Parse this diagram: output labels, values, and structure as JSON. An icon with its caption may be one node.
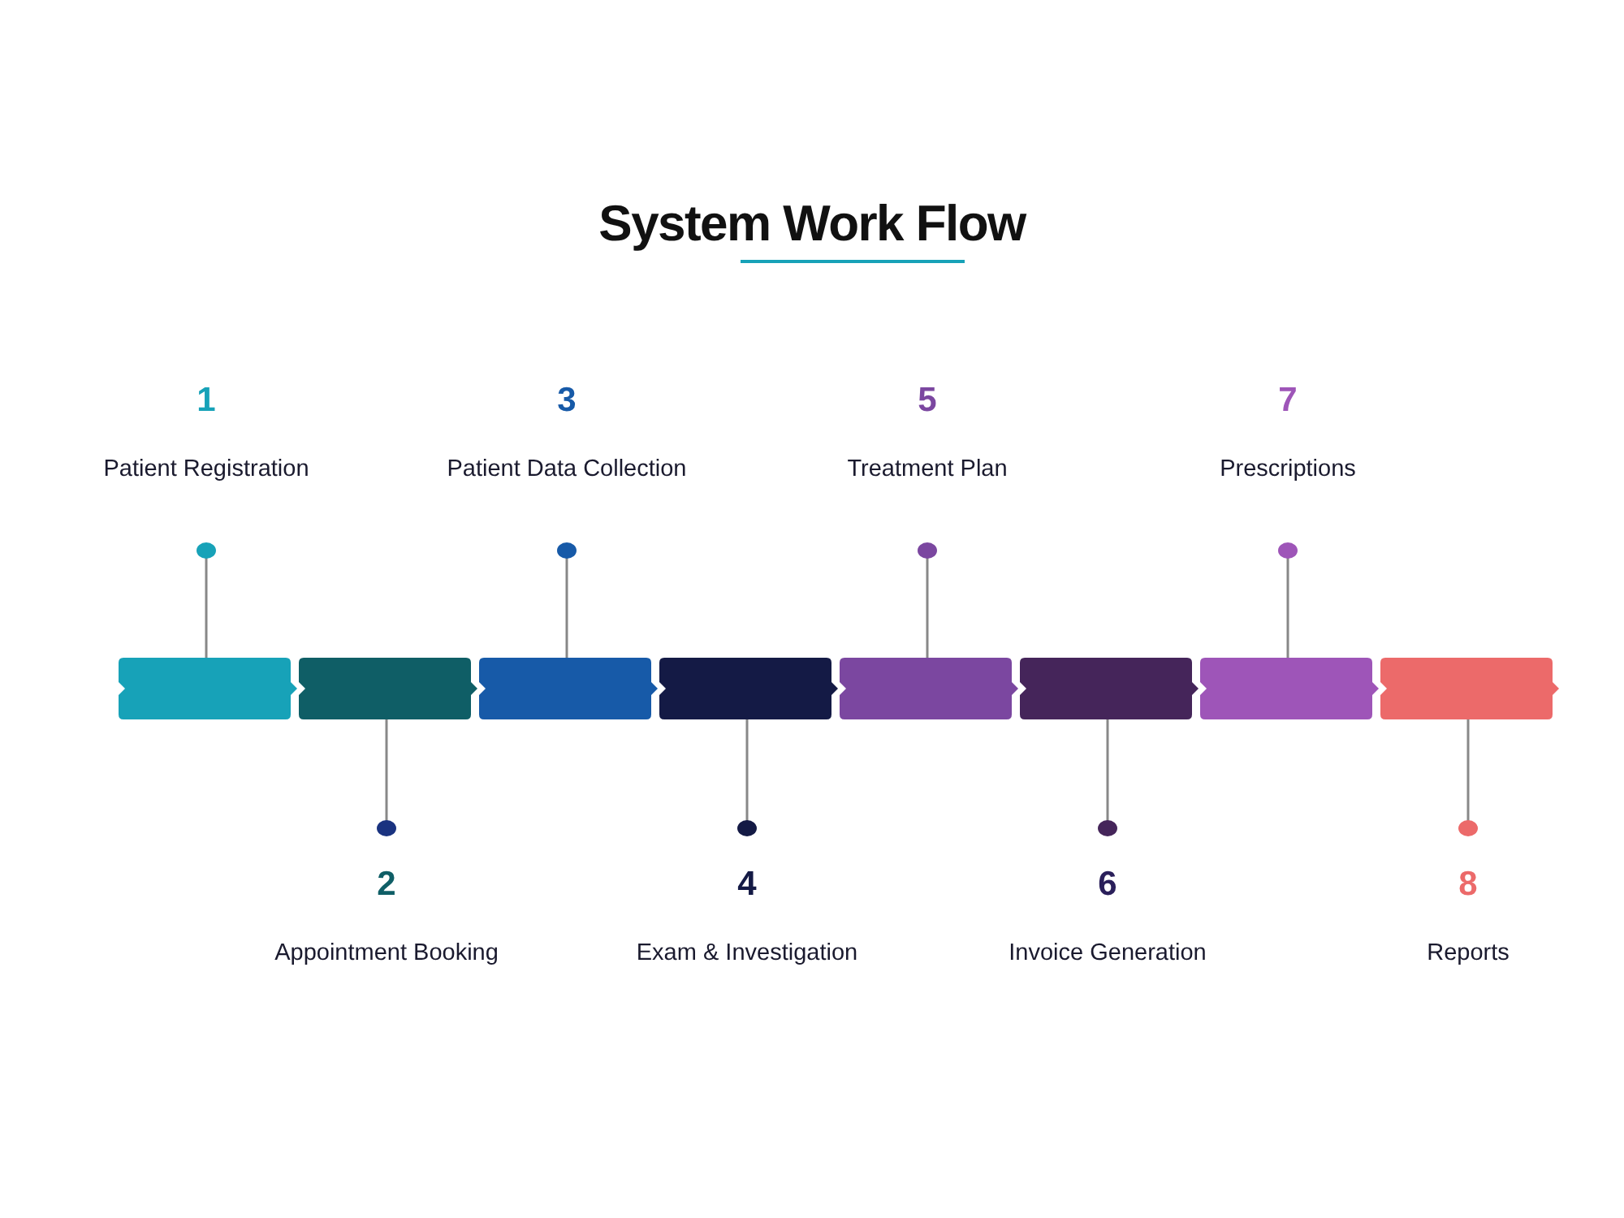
{
  "diagram": {
    "title": "System Work Flow",
    "nodes": [
      {
        "text": [],
        "shape": "bar"
      },
      {
        "text": [],
        "shape": "bar"
      },
      {
        "text": [],
        "shape": "bar"
      },
      {
        "text": [],
        "shape": "bar"
      },
      {
        "text": [],
        "shape": "bar"
      },
      {
        "text": [],
        "shape": "bar"
      },
      {
        "text": [],
        "shape": "bar"
      },
      {
        "text": [],
        "shape": "bar"
      },
      {
        "text": [
          "1",
          "Patient Registration"
        ]
      },
      {
        "text": [
          "2",
          "Appointment Booking"
        ]
      },
      {
        "text": [
          "3",
          "Patient Data Collection"
        ]
      },
      {
        "text": [
          "4",
          "Exam & Investigation"
        ]
      },
      {
        "text": [
          "5",
          "Treatment Plan"
        ]
      },
      {
        "text": [
          "6",
          "Invoice Generation"
        ]
      },
      {
        "text": [
          "7",
          "Prescriptions"
        ]
      },
      {
        "text": [
          "8",
          "Reports"
        ]
      }
    ],
    "edges": [
      {
        "from": 0,
        "to": 8,
        "arrow": "other"
      },
      {
        "from": 1,
        "to": 9,
        "arrow": "other"
      },
      {
        "from": 2,
        "to": 10,
        "arrow": "other"
      },
      {
        "from": 3,
        "to": 11,
        "arrow": "other"
      },
      {
        "from": 4,
        "to": 12,
        "arrow": "other"
      },
      {
        "from": 5,
        "to": 13,
        "arrow": "other"
      },
      {
        "from": 6,
        "to": 14,
        "arrow": "other"
      },
      {
        "from": 7,
        "to": 15,
        "arrow": "other"
      }
    ]
  }
}
